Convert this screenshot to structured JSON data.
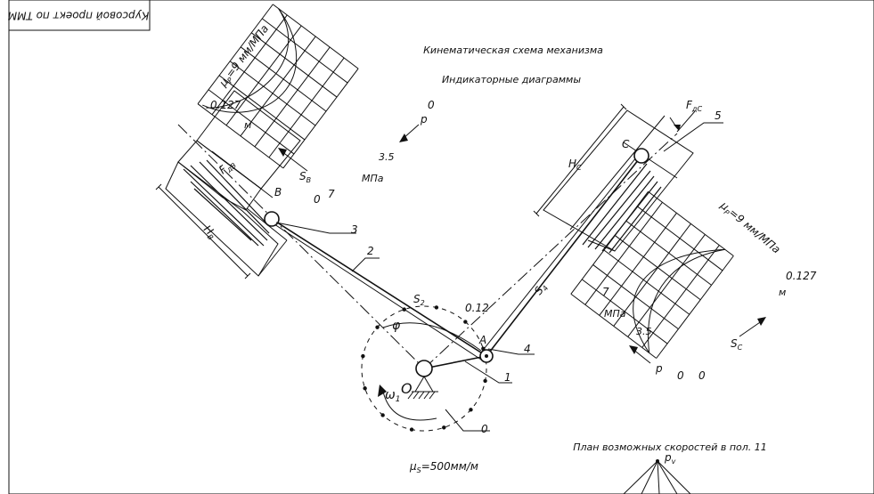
{
  "stamp": {
    "text": "Курсовой проект по ТММ"
  },
  "headings": {
    "kinematic": "Кинематическая схема механизма",
    "indicator": "Индикаторные диаграммы",
    "velocity_plan": "План возможных скоростей в пол. 11",
    "velocity_pole": "p",
    "velocity_pole_sub": "v"
  },
  "scale": {
    "text": "μ",
    "sub": "S",
    "value": "=500мм/м"
  },
  "left_diagram": {
    "scale_text": "μ",
    "scale_sub": "P",
    "scale_value": "=9 мм/МПа",
    "max_label": "0.127",
    "m_label": "м",
    "zero_top": "0",
    "p_label": "p",
    "mid_value": "3.5",
    "unit": "МПа",
    "zero_bottom": "0",
    "max_bottom": "7",
    "stroke_label": "S",
    "stroke_sub": "B",
    "force_label": "F",
    "force_sub": "дB",
    "height_label": "H",
    "height_sub": "B"
  },
  "right_diagram": {
    "scale_text": "μ",
    "scale_sub": "P",
    "scale_value": "=9 мм/МПа",
    "max_label": "0.127",
    "m_label": "м",
    "top_value": "7",
    "unit": "МПа",
    "mid_value": "3.5",
    "p_label": "p",
    "zero1": "0",
    "zero2": "0",
    "stroke_label": "S",
    "stroke_sub": "C",
    "force_label": "F",
    "force_sub": "дС",
    "height_label": "H",
    "height_sub": "C"
  },
  "mechanism": {
    "O": "O",
    "A": "A",
    "B": "B",
    "C": "C",
    "S2": "S",
    "S2_sub": "2",
    "S4": "S",
    "S4_sub": "4",
    "phi": "φ",
    "omega": "ω",
    "omega_sub": "1",
    "pos_012": "0.12",
    "link0": "0",
    "link1": "1",
    "link2": "2",
    "link3": "3",
    "link4": "4",
    "link5": "5"
  }
}
